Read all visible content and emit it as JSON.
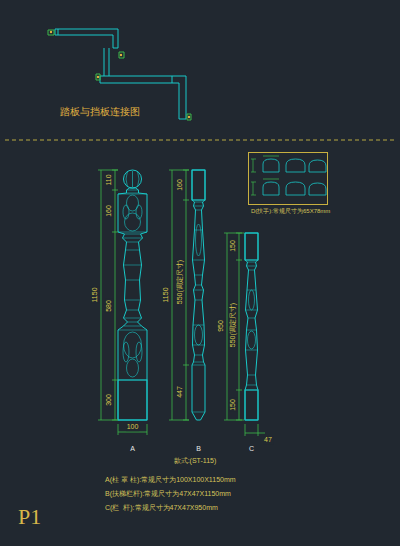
{
  "diagram": {
    "nodes": [
      {
        "text": [
          "D(扶手):常规尺寸为65X78mm"
        ]
      }
    ],
    "labels": [
      "踏板与挡板连接图",
      "110",
      "160",
      "580",
      "300",
      "1150",
      "100",
      "A",
      "160",
      "550(调定尺寸)",
      "447",
      "1150",
      "B",
      "150",
      "950",
      "550(调定尺寸)",
      "150",
      "47",
      "C",
      "款式:(ST-115)",
      "A(柱 罩 柱):常规尺寸为100X100X1150mm",
      "B(扶梯栏杆):常规尺寸为47X47X1150mm",
      "C(栏  杆):常规尺寸为47X47X950mm",
      "P1"
    ]
  }
}
